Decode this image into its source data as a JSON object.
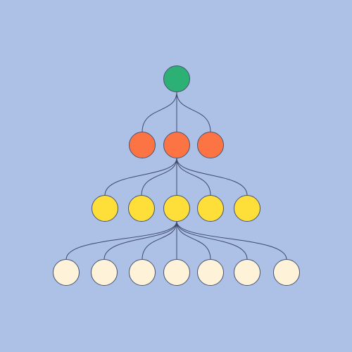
{
  "diagram": {
    "type": "tree",
    "background_color": "#adc0e6",
    "edge_color": "#3f4a6b",
    "node_border_color": "#4a5470",
    "levels": [
      {
        "id": "level-0",
        "color": "#2cb074",
        "node_count": 1,
        "parent_index": null
      },
      {
        "id": "level-1",
        "color": "#fd7444",
        "node_count": 3,
        "parent_index": 0
      },
      {
        "id": "level-2",
        "color": "#fedf3a",
        "node_count": 5,
        "parent_index": 1
      },
      {
        "id": "level-3",
        "color": "#fef3d9",
        "node_count": 7,
        "parent_index": 2
      }
    ]
  }
}
